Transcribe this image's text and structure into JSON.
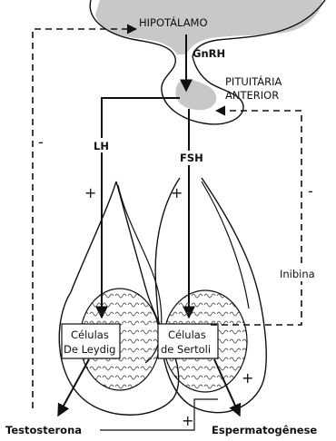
{
  "diagram": {
    "hypothalamus": "HIPOTÁLAMO",
    "gnrh": "GnRH",
    "pituitary_line1": "PITUITÁRIA",
    "pituitary_line2": "ANTERIOR",
    "lh": "LH",
    "fsh": "FSH",
    "leydig_line1": "Células",
    "leydig_line2": "De Leydig",
    "sertoli_line1": "Células",
    "sertoli_line2": "de Sertoli",
    "inhibin": "Inibina",
    "testosterone": "Testosterona",
    "spermatogenesis": "Espermatogênese",
    "sign_minus_left": "-",
    "sign_minus_right": "-",
    "sign_plus_lh": "+",
    "sign_plus_fsh": "+",
    "sign_plus_sperm": "+",
    "sign_plus_testo": "+"
  },
  "colors": {
    "stroke": "#111111",
    "gland_fill": "#c8c8c8",
    "box_fill": "#ffffff"
  }
}
